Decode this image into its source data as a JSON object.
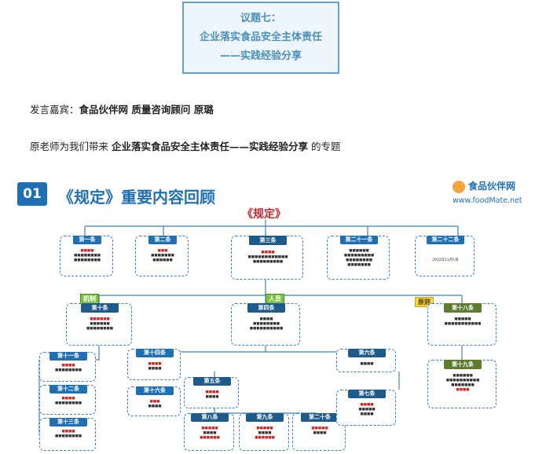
{
  "header": {
    "title_line1": "议题七：",
    "title_line2": "企业落实食品安全主体责任",
    "title_line3": "——实践经验分享"
  },
  "speaker": {
    "label": "发言嘉宾：",
    "value": "食品伙伴网 质量咨询顾问 原璐"
  },
  "intro": {
    "prefix": "原老师为我们带来",
    "topic": "企业落实食品安全主体责任——实践经验分享",
    "suffix": "的专题"
  },
  "slide": {
    "number": "01",
    "heading": "《规定》重要内容回顾",
    "logo_cn": "食品伙伴网",
    "logo_url": "www.foodMate.net",
    "root_label": "《规定》",
    "tags": {
      "mechanism": "机制",
      "personnel": "人员",
      "principle": "原则"
    },
    "articles": {
      "a1": "第一条",
      "a2": "第二条",
      "a3": "第三条",
      "a21": "第二十一条",
      "a22": "第二十二条",
      "a10": "第十条",
      "a4": "第四条",
      "a18": "第十八条",
      "a19": "第十九条",
      "a11": "第十一条",
      "a12": "第十二条",
      "a13": "第十三条",
      "a14": "第十四条",
      "a16": "第十六条",
      "a5": "第五条",
      "a6": "第六条",
      "a7": "第七条",
      "a8": "第八条",
      "a9": "第九条",
      "a20": "第二十条"
    },
    "notes": {
      "a22": "2022年11月1日"
    }
  },
  "colors": {
    "accent": "#1f6fb5",
    "title_border": "#5fa3c8",
    "highlight_red": "#c0262d"
  }
}
